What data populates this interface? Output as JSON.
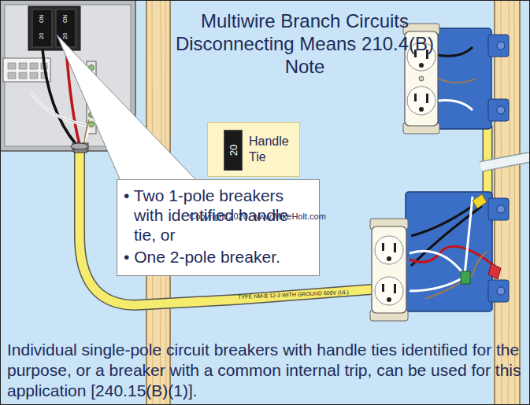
{
  "diagram": {
    "title": "Multiwire Branch Circuits Disconnecting Means 210.4(B) Note",
    "caption": "Individual single-pole circuit breakers with handle ties identified for the purpose, or a breaker with a common internal trip, can be used for this application [240.15(B)(1)].",
    "nodes": [
      {
        "text": [
          "20",
          "Handle Tie"
        ]
      },
      {
        "text": [
          "• Two 1-pole breakers with identified handle tie, or",
          "• One 2-pole breaker."
        ]
      }
    ],
    "labels": [
      "ON",
      "20",
      "ON",
      "20",
      "Copyright 2020, www.MikeHolt.com",
      "TYPE NM-B 12-3 WITH GROUND 600V (UL)"
    ]
  }
}
